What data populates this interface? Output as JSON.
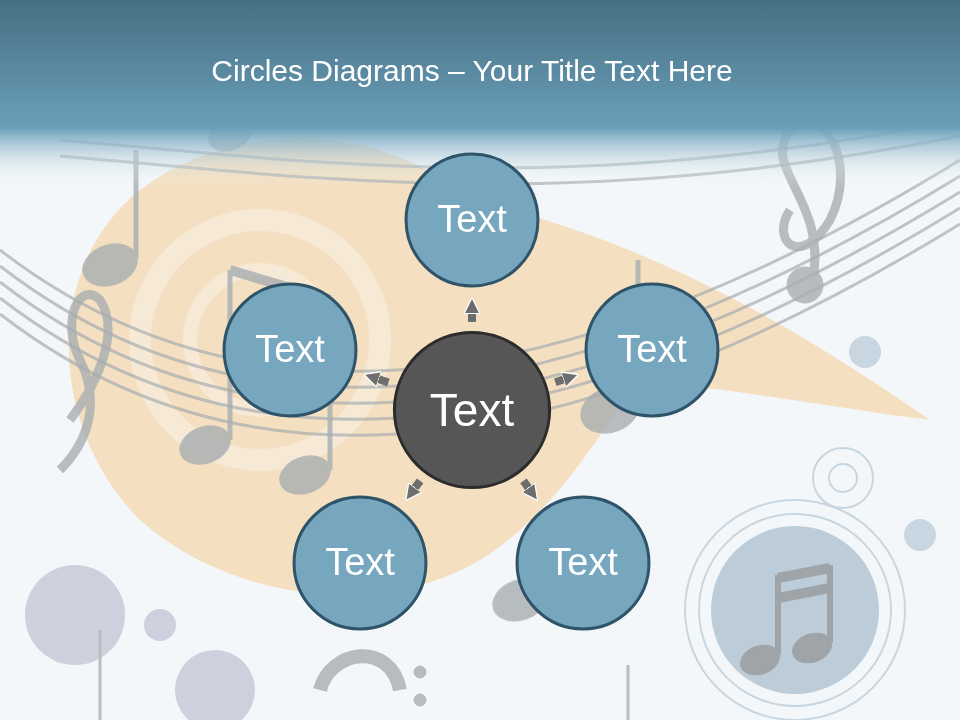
{
  "diagram": {
    "title": "Circles Diagrams – Your Title Text Here",
    "nodes": [
      {
        "text": [
          "Text"
        ]
      },
      {
        "text": [
          "Text"
        ]
      },
      {
        "text": [
          "Text"
        ]
      },
      {
        "text": [
          "Text"
        ]
      },
      {
        "text": [
          "Text"
        ]
      },
      {
        "text": [
          "Text"
        ]
      }
    ],
    "edges": [
      {
        "from": 3,
        "to": 0,
        "arrow": "to"
      },
      {
        "from": 3,
        "to": 1,
        "arrow": "to"
      },
      {
        "from": 3,
        "to": 2,
        "arrow": "to"
      },
      {
        "from": 3,
        "to": 4,
        "arrow": "to"
      },
      {
        "from": 3,
        "to": 5,
        "arrow": "to"
      }
    ]
  }
}
